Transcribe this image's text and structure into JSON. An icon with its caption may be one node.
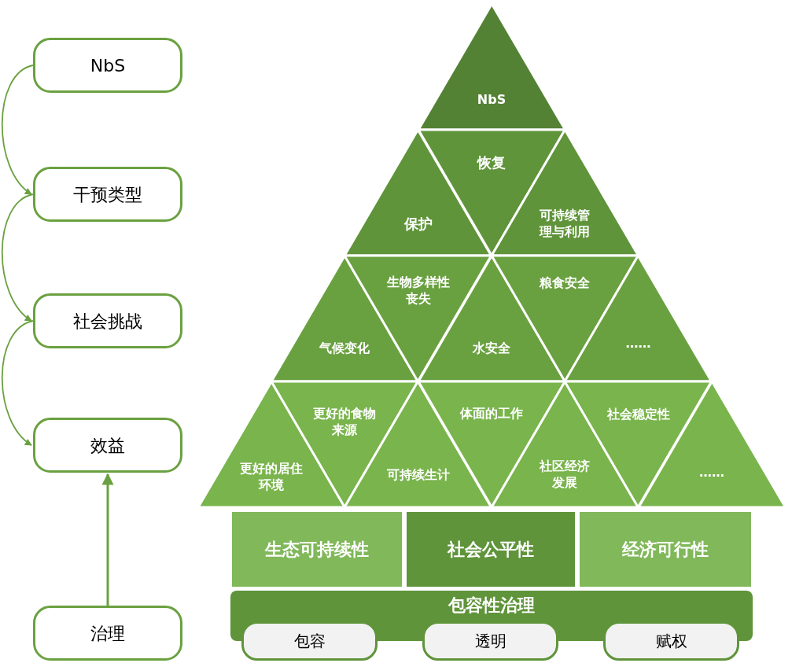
{
  "diagram": {
    "nodes": [
      {
        "text": [
          "NbS"
        ]
      },
      {
        "text": [
          "干预类型"
        ]
      },
      {
        "text": [
          "社会挑战"
        ]
      },
      {
        "text": [
          "效益"
        ]
      },
      {
        "text": [
          "治理"
        ]
      },
      {
        "text": [
          "NbS"
        ]
      },
      {
        "text": [
          "保护"
        ]
      },
      {
        "text": [
          "恢复"
        ]
      },
      {
        "text": [
          "可持续管理与利用"
        ]
      },
      {
        "text": [
          "气候变化"
        ]
      },
      {
        "text": [
          "生物多样性丧失"
        ]
      },
      {
        "text": [
          "水安全"
        ]
      },
      {
        "text": [
          "粮食安全"
        ]
      },
      {
        "text": [
          "……"
        ]
      },
      {
        "text": [
          "更好的居住环境"
        ]
      },
      {
        "text": [
          "更好的食物来源"
        ]
      },
      {
        "text": [
          "可持续生计"
        ]
      },
      {
        "text": [
          "体面的工作"
        ]
      },
      {
        "text": [
          "社区经济发展"
        ]
      },
      {
        "text": [
          "社会稳定性"
        ]
      },
      {
        "text": [
          "……"
        ]
      },
      {
        "text": [
          "生态可持续性"
        ]
      },
      {
        "text": [
          "社会公平性"
        ]
      },
      {
        "text": [
          "经济可行性"
        ]
      },
      {
        "text": [
          "包容性治理"
        ]
      },
      {
        "text": [
          "包容"
        ]
      },
      {
        "text": [
          "透明"
        ]
      },
      {
        "text": [
          "赋权"
        ]
      }
    ],
    "edges": [
      {
        "from": 0,
        "to": 1,
        "arrow": "to"
      },
      {
        "from": 1,
        "to": 2,
        "arrow": "to"
      },
      {
        "from": 2,
        "to": 3,
        "arrow": "to"
      },
      {
        "from": 4,
        "to": 3,
        "arrow": "to"
      }
    ]
  }
}
